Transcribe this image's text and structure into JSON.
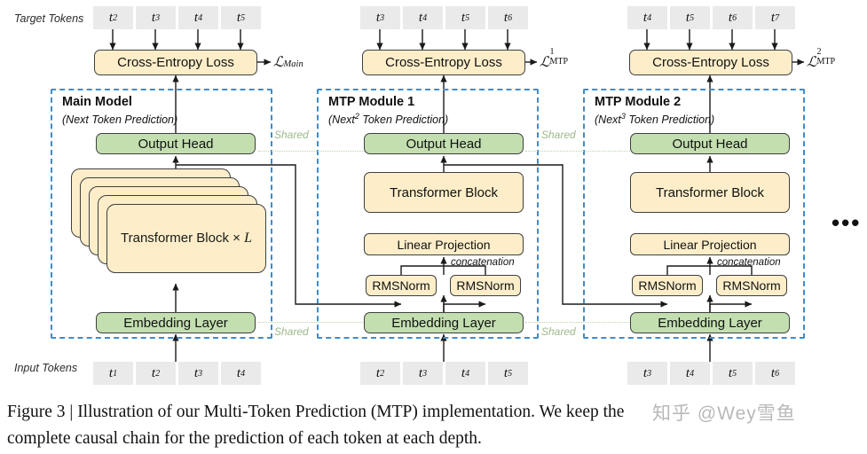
{
  "figure": {
    "row_labels": {
      "target": "Target Tokens",
      "input": "Input Tokens"
    },
    "ellipsis": "•••",
    "shared_label": "Shared",
    "concatenation_label": "concatenation",
    "loss_box_label": "Cross-Entropy Loss",
    "output_head_label": "Output Head",
    "embedding_label": "Embedding Layer",
    "transformer_label": "Transformer Block",
    "transformer_stack_label": "Transformer Block × L",
    "linear_projection_label": "Linear Projection",
    "rmsnorm_label": "RMSNorm"
  },
  "colors": {
    "module_border": "#3f8ccb",
    "yellow_fill": "#fdeec9",
    "green_fill": "#c3dfb0",
    "box_stroke": "#3f3f3f",
    "token_fill": "#eaeaea",
    "shared_text": "#9cb88a",
    "shared_dots": "#bcd3ab"
  },
  "columns": [
    {
      "id": "main-model",
      "title": "Main Model",
      "subtitle_pre": "(Next",
      "subtitle_sup": "",
      "subtitle_post": " Token Prediction)",
      "loss_name_cal": "ℒ",
      "loss_sub": "Main",
      "loss_sup": "",
      "target_tokens": [
        "t2",
        "t3",
        "t4",
        "t5"
      ],
      "input_tokens": [
        "t1",
        "t2",
        "t3",
        "t4"
      ],
      "target_tokens_text": [
        "t",
        "t",
        "t",
        "t"
      ],
      "target_subs": [
        "2",
        "3",
        "4",
        "5"
      ],
      "input_subs": [
        "1",
        "2",
        "3",
        "4"
      ]
    },
    {
      "id": "mtp-module-1",
      "title": "MTP Module 1",
      "subtitle_pre": "(Next",
      "subtitle_sup": "2",
      "subtitle_post": " Token Prediction)",
      "loss_name_cal": "ℒ",
      "loss_sub": "MTP",
      "loss_sup": "1",
      "target_subs": [
        "3",
        "4",
        "5",
        "6"
      ],
      "input_subs": [
        "2",
        "3",
        "4",
        "5"
      ]
    },
    {
      "id": "mtp-module-2",
      "title": "MTP Module 2",
      "subtitle_pre": "(Next",
      "subtitle_sup": "3",
      "subtitle_post": " Token Prediction)",
      "loss_name_cal": "ℒ",
      "loss_sub": "MTP",
      "loss_sup": "2",
      "target_subs": [
        "4",
        "5",
        "6",
        "7"
      ],
      "input_subs": [
        "3",
        "4",
        "5",
        "6"
      ]
    }
  ],
  "caption": {
    "line1": "Figure 3 | Illustration of our Multi-Token Prediction (MTP) implementation. We keep the",
    "line2": "complete causal chain for the prediction of each token at each depth."
  },
  "watermark": {
    "text": "知乎 @Wey雪鱼"
  }
}
